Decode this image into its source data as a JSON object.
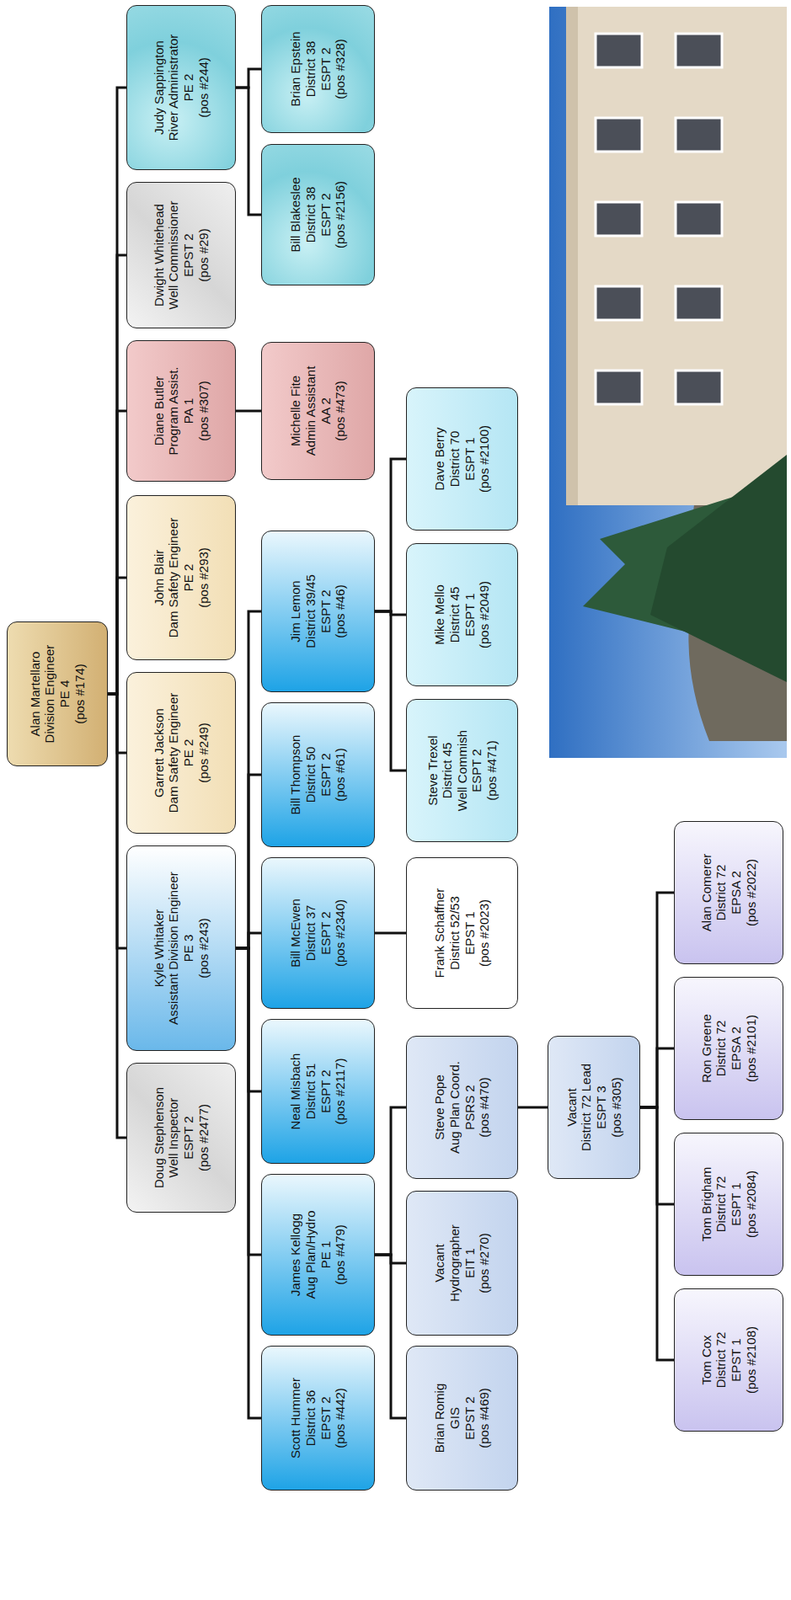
{
  "diagram": {
    "nodes": [
      {
        "text": [
          "Alan Martellaro",
          "Division Engineer",
          "PE 4",
          "(pos #174)"
        ]
      },
      {
        "text": [
          "Doug Stephenson",
          "Well Inspector",
          "ESPT 2",
          "(pos #2477)"
        ]
      },
      {
        "text": [
          "Kyle Whitaker",
          "Assistant Division Engineer",
          "PE 3",
          "(pos #243)"
        ]
      },
      {
        "text": [
          "Garrett Jackson",
          "Dam Safety Engineer",
          "PE 2",
          "(pos #249)"
        ]
      },
      {
        "text": [
          "John Blair",
          "Dam Safety Engineer",
          "PE 2",
          "(pos #293)"
        ]
      },
      {
        "text": [
          "Diane Butler",
          "Program Assist.",
          "PA 1",
          "(pos #307)"
        ]
      },
      {
        "text": [
          "Dwight Whitehead",
          "Well Commissioner",
          "EPST 2",
          "(pos #29)"
        ]
      },
      {
        "text": [
          "Judy Sappington",
          "River Administrator",
          "PE 2",
          "(pos #244)"
        ]
      },
      {
        "text": [
          "Scott Hummer",
          "District 36",
          "EPST 2",
          "(pos #442)"
        ]
      },
      {
        "text": [
          "James Kellogg",
          "Aug Plan/Hydro",
          "PE 1",
          "(pos #479)"
        ]
      },
      {
        "text": [
          "Neal Misbach",
          "District 51",
          "ESPT 2",
          "(pos #2117)"
        ]
      },
      {
        "text": [
          "Bill McEwen",
          "District 37",
          "ESPT 2",
          "(pos #2340)"
        ]
      },
      {
        "text": [
          "Bill Thompson",
          "District 50",
          "ESPT 2",
          "(pos #61)"
        ]
      },
      {
        "text": [
          "Jim Lemon",
          "District 39/45",
          "ESPT 2",
          "(pos #46)"
        ]
      },
      {
        "text": [
          "Michelle Fite",
          "Admin Assistant",
          "AA 2",
          "(pos #473)"
        ]
      },
      {
        "text": [
          "Bill Blakeslee",
          "District 38",
          "ESPT 2",
          "(pos #2156)"
        ]
      },
      {
        "text": [
          "Brian Epstein",
          "District 38",
          "ESPT 2",
          "(pos #328)"
        ]
      },
      {
        "text": [
          "Brian Romig",
          "GIS",
          "EPST 2",
          "(pos #469)"
        ]
      },
      {
        "text": [
          "Vacant",
          "Hydrographer",
          "EIT 1",
          "(pos #270)"
        ]
      },
      {
        "text": [
          "Steve Pope",
          "Aug Plan Coord.",
          "PSRS 2",
          "(pos #470)"
        ]
      },
      {
        "text": [
          "Frank Schaffner",
          "District 52/53",
          "EPST 1",
          "(pos #2023)"
        ]
      },
      {
        "text": [
          "Steve Trexel",
          "District 45",
          "Well Commish",
          "ESPT 2",
          "(pos #471)"
        ]
      },
      {
        "text": [
          "Mike Mello",
          "District 45",
          "ESPT 1",
          "(pos #2049)"
        ]
      },
      {
        "text": [
          "Dave Berry",
          "District 70",
          "ESPT 1",
          "(pos #2100)"
        ]
      },
      {
        "text": [
          "Vacant",
          "District 72 Lead",
          "ESPT 3",
          "(pos #305)"
        ]
      },
      {
        "text": [
          "Tom Cox",
          "District 72",
          "EPST 1",
          "(pos #2108)"
        ]
      },
      {
        "text": [
          "Tom Brigham",
          "District 72",
          "ESPT 1",
          "(pos #2084)"
        ]
      },
      {
        "text": [
          "Ron Greene",
          "District 72",
          "EPSA 2",
          "(pos #2101)"
        ]
      },
      {
        "text": [
          "Alan Comerer",
          "District 72",
          "EPSA 2",
          "(pos #2022)"
        ]
      }
    ],
    "edges": [
      {
        "from": 0,
        "to": 1,
        "arrow": "none"
      },
      {
        "from": 0,
        "to": 2,
        "arrow": "none"
      },
      {
        "from": 0,
        "to": 3,
        "arrow": "none"
      },
      {
        "from": 0,
        "to": 4,
        "arrow": "none"
      },
      {
        "from": 0,
        "to": 5,
        "arrow": "none"
      },
      {
        "from": 0,
        "to": 6,
        "arrow": "none"
      },
      {
        "from": 0,
        "to": 7,
        "arrow": "none"
      },
      {
        "from": 2,
        "to": 8,
        "arrow": "none"
      },
      {
        "from": 2,
        "to": 9,
        "arrow": "none"
      },
      {
        "from": 2,
        "to": 10,
        "arrow": "none"
      },
      {
        "from": 2,
        "to": 11,
        "arrow": "none"
      },
      {
        "from": 2,
        "to": 12,
        "arrow": "none"
      },
      {
        "from": 2,
        "to": 13,
        "arrow": "none"
      },
      {
        "from": 5,
        "to": 14,
        "arrow": "none"
      },
      {
        "from": 7,
        "to": 15,
        "arrow": "none"
      },
      {
        "from": 7,
        "to": 16,
        "arrow": "none"
      },
      {
        "from": 9,
        "to": 17,
        "arrow": "none"
      },
      {
        "from": 9,
        "to": 18,
        "arrow": "none"
      },
      {
        "from": 9,
        "to": 19,
        "arrow": "none"
      },
      {
        "from": 11,
        "to": 20,
        "arrow": "none"
      },
      {
        "from": 13,
        "to": 21,
        "arrow": "none"
      },
      {
        "from": 13,
        "to": 22,
        "arrow": "none"
      },
      {
        "from": 13,
        "to": 23,
        "arrow": "none"
      },
      {
        "from": 19,
        "to": 24,
        "arrow": "none"
      },
      {
        "from": 24,
        "to": 25,
        "arrow": "none"
      },
      {
        "from": 24,
        "to": 26,
        "arrow": "none"
      },
      {
        "from": 24,
        "to": 27,
        "arrow": "none"
      },
      {
        "from": 24,
        "to": 28,
        "arrow": "none"
      }
    ]
  }
}
